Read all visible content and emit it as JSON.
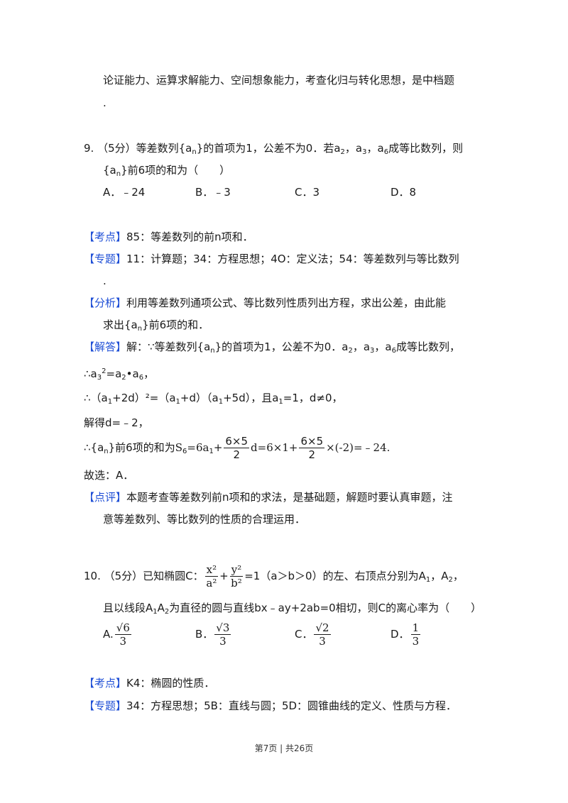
{
  "top": {
    "line1": "论证能力、运算求解能力、空间想象能力，考查化归与转化思想，是中档题",
    "line2": "."
  },
  "q9": {
    "num": "9.",
    "stem1_a": "（5分）等差数列{a",
    "stem1_sub1": "n",
    "stem1_b": "}的首项为1，公差不为0．若a",
    "stem1_sub2": "2",
    "stem1_c": "，a",
    "stem1_sub3": "3",
    "stem1_d": "，a",
    "stem1_sub4": "6",
    "stem1_e": "成等比数列，则",
    "stem2_a": "{a",
    "stem2_sub": "n",
    "stem2_b": "}前6项的和为（　　）",
    "options": [
      "A．﹣24",
      "B．﹣3",
      "C．3",
      "D．8"
    ]
  },
  "q9_sol": {
    "kaodian_tag": "【考点】",
    "kaodian": "85：等差数列的前n项和．",
    "zhuanti_tag": "【专题】",
    "zhuanti": "11：计算题；34：方程思想；4O：定义法；54：等差数列与等比数列",
    "zhuanti_dot": ".",
    "fenxi_tag": "【分析】",
    "fenxi": "利用等差数列通项公式、等比数列性质列出方程，求出公差，由此能",
    "fenxi2_a": "求出{a",
    "fenxi2_sub": "n",
    "fenxi2_b": "}前6项的和．",
    "jieda_tag": "【解答】",
    "jieda_a": "解：∵等差数列{a",
    "jieda_sub1": "n",
    "jieda_b": "}的首项为1，公差不为0．a",
    "jieda_sub2": "2",
    "jieda_c": "，a",
    "jieda_sub3": "3",
    "jieda_d": "，a",
    "jieda_sub4": "6",
    "jieda_e": "成等比数列，",
    "step1_a": "∴a",
    "step1_sub": "3",
    "step1_sup": "2",
    "step1_b": "=a",
    "step1_sub2": "2",
    "step1_c": "•a",
    "step1_sub3": "6",
    "step1_d": "，",
    "step2_a": "∴（a",
    "step2_s1": "1",
    "step2_b": "+2d）²=（a",
    "step2_s2": "1",
    "step2_c": "+d）（a",
    "step2_s3": "1",
    "step2_d": "+5d），且a",
    "step2_s4": "1",
    "step2_e": "=1，d≠0，",
    "step3": "解得d=﹣2，",
    "step4_a": "∴{a",
    "step4_sub": "n",
    "step4_b": "}前6项的和为",
    "step4_s": "S",
    "step4_s_sub": "6",
    "step4_c": "=6a",
    "step4_c_sub": "1",
    "step4_plus": "+",
    "step4_frac_num": "6×5",
    "step4_frac_den": "2",
    "step4_d": "d=6×1+",
    "step4_frac2_num": "6×5",
    "step4_frac2_den": "2",
    "step4_e": "×(-2)=﹣24.",
    "guxuan": "故选：A．",
    "dianping_tag": "【点评】",
    "dianping": "本题考查等差数列前n项和的求法，是基础题，解题时要认真审题，注",
    "dianping2": "意等差数列、等比数列的性质的合理运用．"
  },
  "q10": {
    "num": "10.",
    "stem_a": "（5分）已知椭圆C：",
    "frac_x_num": "x²",
    "frac_x_den": "a²",
    "plus": "+",
    "frac_y_num": "y²",
    "frac_y_den": "b²",
    "stem_b": "=1（a＞b＞0）的左、右顶点分别为A",
    "sub1": "1",
    "stem_c": "，A",
    "sub2": "2",
    "stem_d": "，",
    "stem2_a": "且以线段A",
    "stem2_s1": "1",
    "stem2_b": "A",
    "stem2_s2": "2",
    "stem2_c": "为直径的圆与直线bx﹣ay+2ab=0相切，则C的离心率为（　　）",
    "opt_labels": [
      "A.",
      "B．",
      "C．",
      "D．"
    ],
    "opt_nums": [
      "√6",
      "√3",
      "√2",
      "1"
    ],
    "opt_dens": [
      "3",
      "3",
      "3",
      "3"
    ]
  },
  "q10_sol": {
    "kaodian_tag": "【考点】",
    "kaodian": "K4：椭圆的性质．",
    "zhuanti_tag": "【专题】",
    "zhuanti": "34：方程思想；5B：直线与圆；5D：圆锥曲线的定义、性质与方程．"
  },
  "footer": "第7页 | 共26页"
}
